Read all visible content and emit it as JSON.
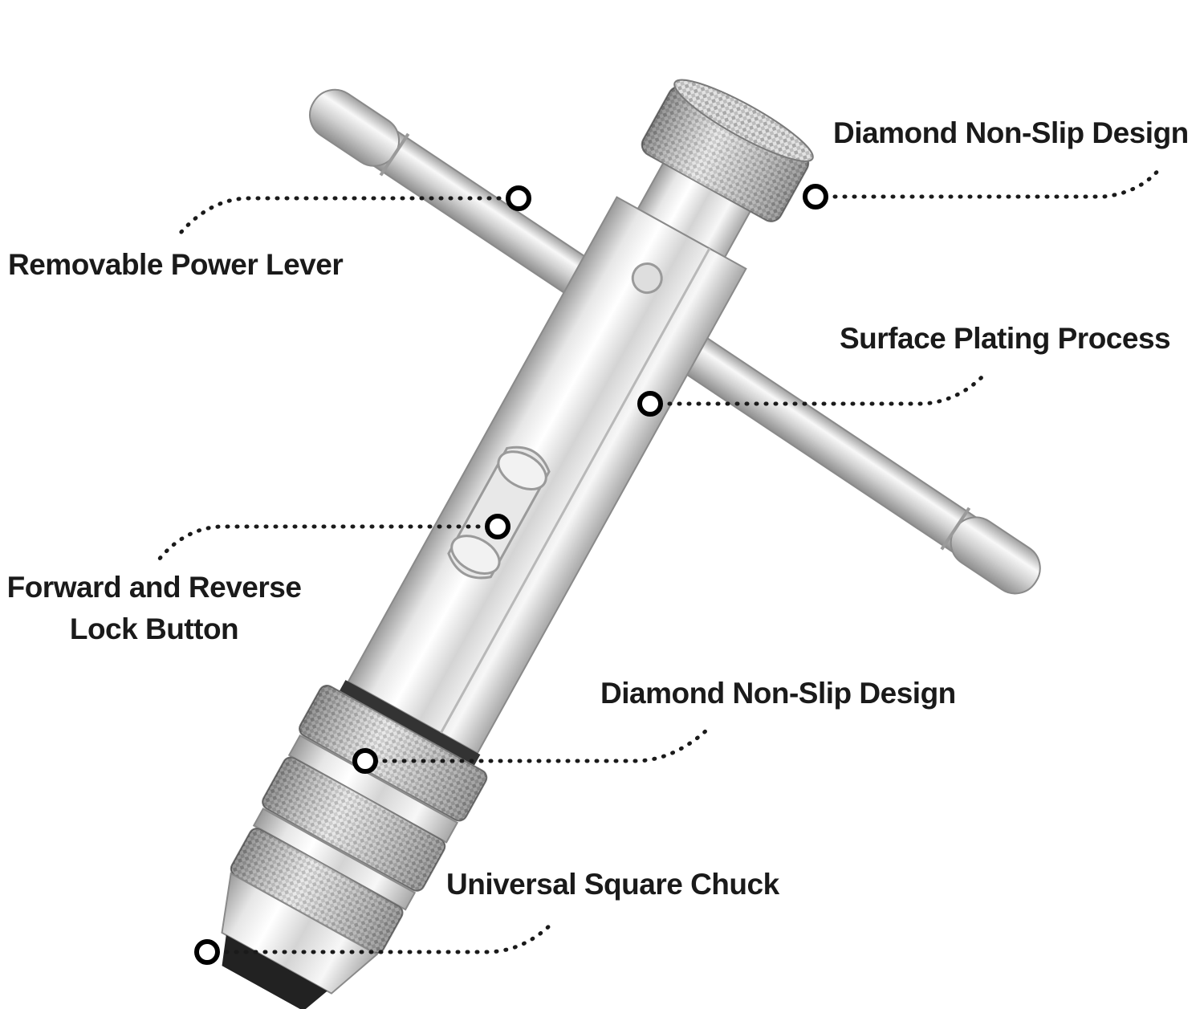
{
  "colors": {
    "text": "#1a1a1a",
    "leader_line": "#1a1a1a",
    "marker_ring": "#000000",
    "marker_fill": "#ffffff",
    "metal_light": "#f4f4f4",
    "metal_mid": "#c9c9c9",
    "metal_dark": "#8a8a8a",
    "chuck_tip": "#222222"
  },
  "callouts": {
    "top_knob": {
      "label": "Diamond Non-Slip Design"
    },
    "power_lever": {
      "label": "Removable Power Lever"
    },
    "plating": {
      "label": "Surface Plating Process"
    },
    "lock_button": {
      "label_line1": "Forward and Reverse",
      "label_line2": "Lock Button"
    },
    "collar": {
      "label": "Diamond Non-Slip Design"
    },
    "chuck": {
      "label": "Universal Square Chuck"
    }
  }
}
